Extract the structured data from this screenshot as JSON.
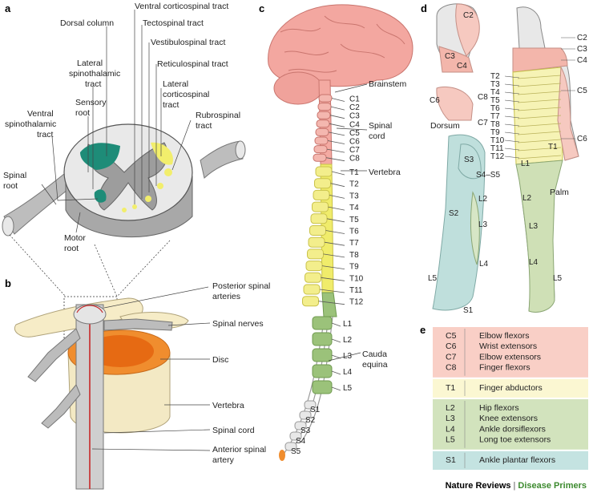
{
  "panel_a": {
    "letter": "a",
    "labels": {
      "ventral_corticospinal": "Ventral corticospinal tract",
      "dorsal_column": "Dorsal column",
      "tectospinal": "Tectospinal tract",
      "vestibulospinal": "Vestibulospinal tract",
      "lateral_spinothalamic": [
        "Lateral",
        "spinothalamic",
        "tract"
      ],
      "reticulospinal": "Reticulospinal tract",
      "lateral_corticospinal": [
        "Lateral",
        "corticospinal",
        "tract"
      ],
      "ventral_spinothalamic": [
        "Ventral",
        "spinothalamic",
        "tract"
      ],
      "sensory_root": [
        "Sensory",
        "root"
      ],
      "rubrospinal": [
        "Rubrospinal",
        "tract"
      ],
      "spinal_root": [
        "Spinal",
        "root"
      ],
      "motor_root": [
        "Motor",
        "root"
      ]
    }
  },
  "panel_b": {
    "letter": "b",
    "labels": {
      "posterior_arteries": [
        "Posterior spinal",
        "arteries"
      ],
      "spinal_nerves": "Spinal nerves",
      "disc": "Disc",
      "vertebra": "Vertebra",
      "spinal_cord": "Spinal cord",
      "anterior_artery": [
        "Anterior spinal",
        "artery"
      ]
    }
  },
  "panel_c": {
    "letter": "c",
    "labels": {
      "brainstem": "Brainstem",
      "spinal_cord": [
        "Spinal",
        "cord"
      ],
      "vertebra": "Vertebra",
      "cauda_equina": [
        "Cauda",
        "equina"
      ]
    },
    "cervical": [
      "C1",
      "C2",
      "C3",
      "C4",
      "C5",
      "C6",
      "C7",
      "C8"
    ],
    "thoracic": [
      "T1",
      "T2",
      "T3",
      "T4",
      "T5",
      "T6",
      "T7",
      "T8",
      "T9",
      "T10",
      "T11",
      "T12"
    ],
    "lumbar": [
      "L1",
      "L2",
      "L3",
      "L4",
      "L5"
    ],
    "sacral": [
      "S1",
      "S2",
      "S3",
      "S4",
      "S5"
    ]
  },
  "panel_d": {
    "letter": "d",
    "head_labels": [
      "C2",
      "C3",
      "C4"
    ],
    "hand_labels": {
      "c6": "C6",
      "c8": "C8",
      "c7": "C7",
      "dorsum": "Dorsum"
    },
    "right_labels": [
      "C2",
      "C3",
      "C4",
      "C5",
      "C6",
      "T1"
    ],
    "thoracic_labels": [
      "T2",
      "T3",
      "T4",
      "T5",
      "T6",
      "T7",
      "T8",
      "T9",
      "T10",
      "T11",
      "T12"
    ],
    "palm": "Palm",
    "front_leg": [
      "L1",
      "L2",
      "L3",
      "L4",
      "L5"
    ],
    "back_leg": {
      "s3": "S3",
      "s45": "S4–S5",
      "l2": "L2",
      "s2": "S2",
      "l3": "L3",
      "l4": "L4",
      "l5": "L5",
      "s1": "S1"
    }
  },
  "panel_e": {
    "letter": "e",
    "groups": [
      {
        "color": "#f9cfc6",
        "rows": [
          {
            "seg": "C5",
            "fn": "Elbow flexors"
          },
          {
            "seg": "C6",
            "fn": "Wrist extensors"
          },
          {
            "seg": "C7",
            "fn": "Elbow extensors"
          },
          {
            "seg": "C8",
            "fn": "Finger flexors"
          }
        ]
      },
      {
        "color": "#fbf7d2",
        "rows": [
          {
            "seg": "T1",
            "fn": "Finger abductors"
          }
        ]
      },
      {
        "color": "#d2e3bd",
        "rows": [
          {
            "seg": "L2",
            "fn": "Hip flexors"
          },
          {
            "seg": "L3",
            "fn": "Knee extensors"
          },
          {
            "seg": "L4",
            "fn": "Ankle dorsiflexors"
          },
          {
            "seg": "L5",
            "fn": "Long toe extensors"
          }
        ]
      },
      {
        "color": "#c4e3e1",
        "rows": [
          {
            "seg": "S1",
            "fn": "Ankle plantar flexors"
          }
        ]
      }
    ]
  },
  "footer": {
    "journal": "Nature Reviews",
    "series": "Disease Primers"
  }
}
